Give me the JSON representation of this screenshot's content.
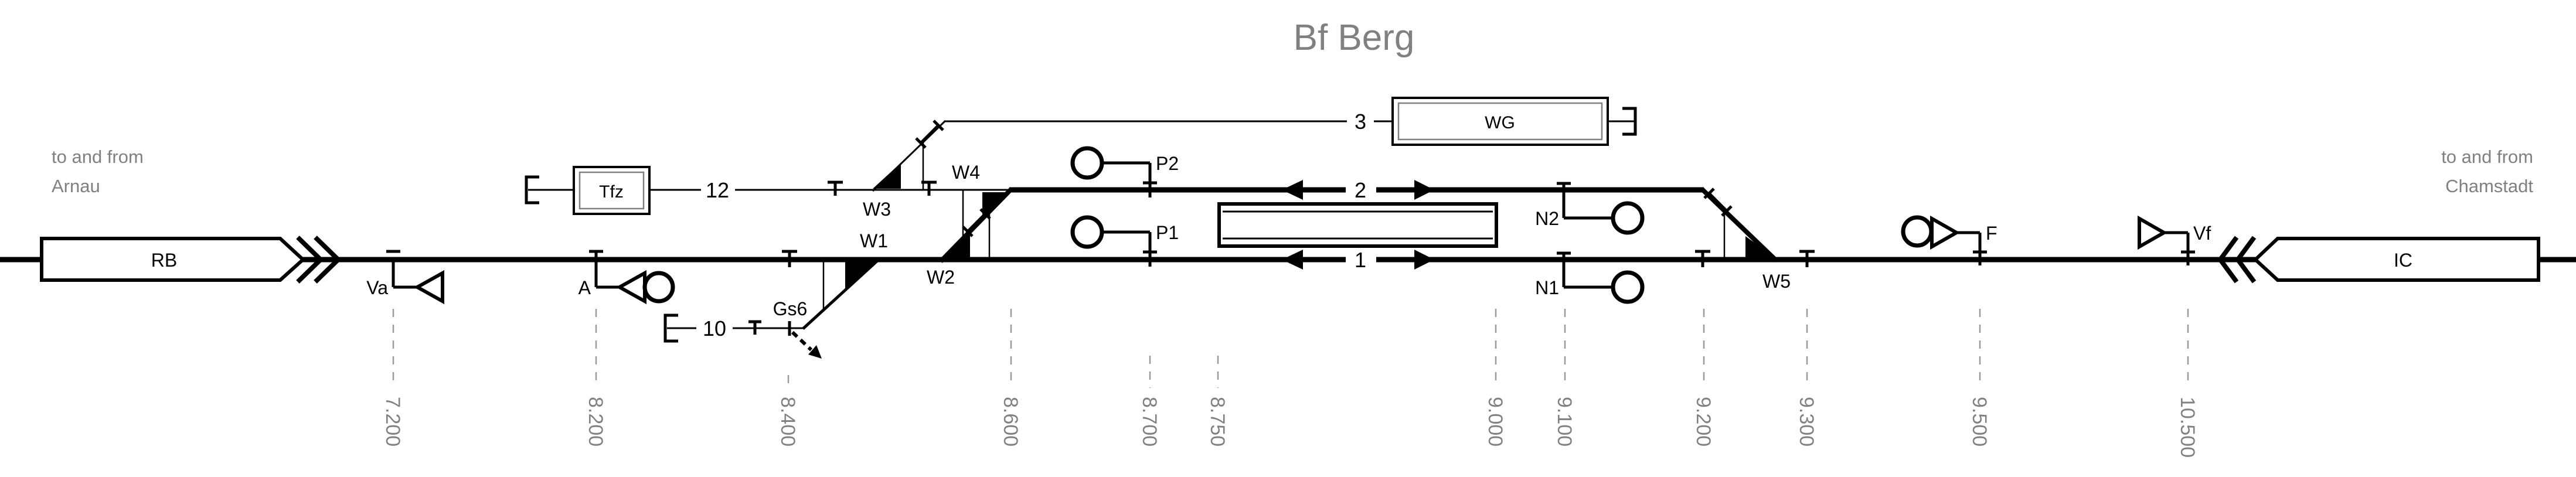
{
  "title": "Bf Berg",
  "notes": {
    "left": {
      "line1": "to and from",
      "line2": "Arnau"
    },
    "right": {
      "line1": "to and from",
      "line2": "Chamstadt"
    }
  },
  "trains": {
    "left": "RB",
    "right": "IC"
  },
  "buildings": {
    "tfz": "Tfz",
    "wg": "WG"
  },
  "tracks": {
    "t1": "1",
    "t2": "2",
    "t3": "3",
    "t10": "10",
    "t12": "12"
  },
  "switches": {
    "w1": "W1",
    "w2": "W2",
    "w3": "W3",
    "w4": "W4",
    "w5": "W5"
  },
  "signals": {
    "a": "A",
    "va": "Va",
    "p1": "P1",
    "p2": "P2",
    "n1": "N1",
    "n2": "N2",
    "f": "F",
    "vf": "Vf"
  },
  "derailer": {
    "gs6": "Gs6"
  },
  "kilometer_posts": [
    {
      "label": "7.200"
    },
    {
      "label": "8.200"
    },
    {
      "label": "8.400"
    },
    {
      "label": "8.600"
    },
    {
      "label": "8.700"
    },
    {
      "label": "8.750"
    },
    {
      "label": "9.000"
    },
    {
      "label": "9.100"
    },
    {
      "label": "9.200"
    },
    {
      "label": "9.300"
    },
    {
      "label": "9.500"
    },
    {
      "label": "10.500"
    }
  ],
  "colors": {
    "ink": "#000000",
    "muted_text": "#808080",
    "km_line": "#9a9a9a"
  }
}
